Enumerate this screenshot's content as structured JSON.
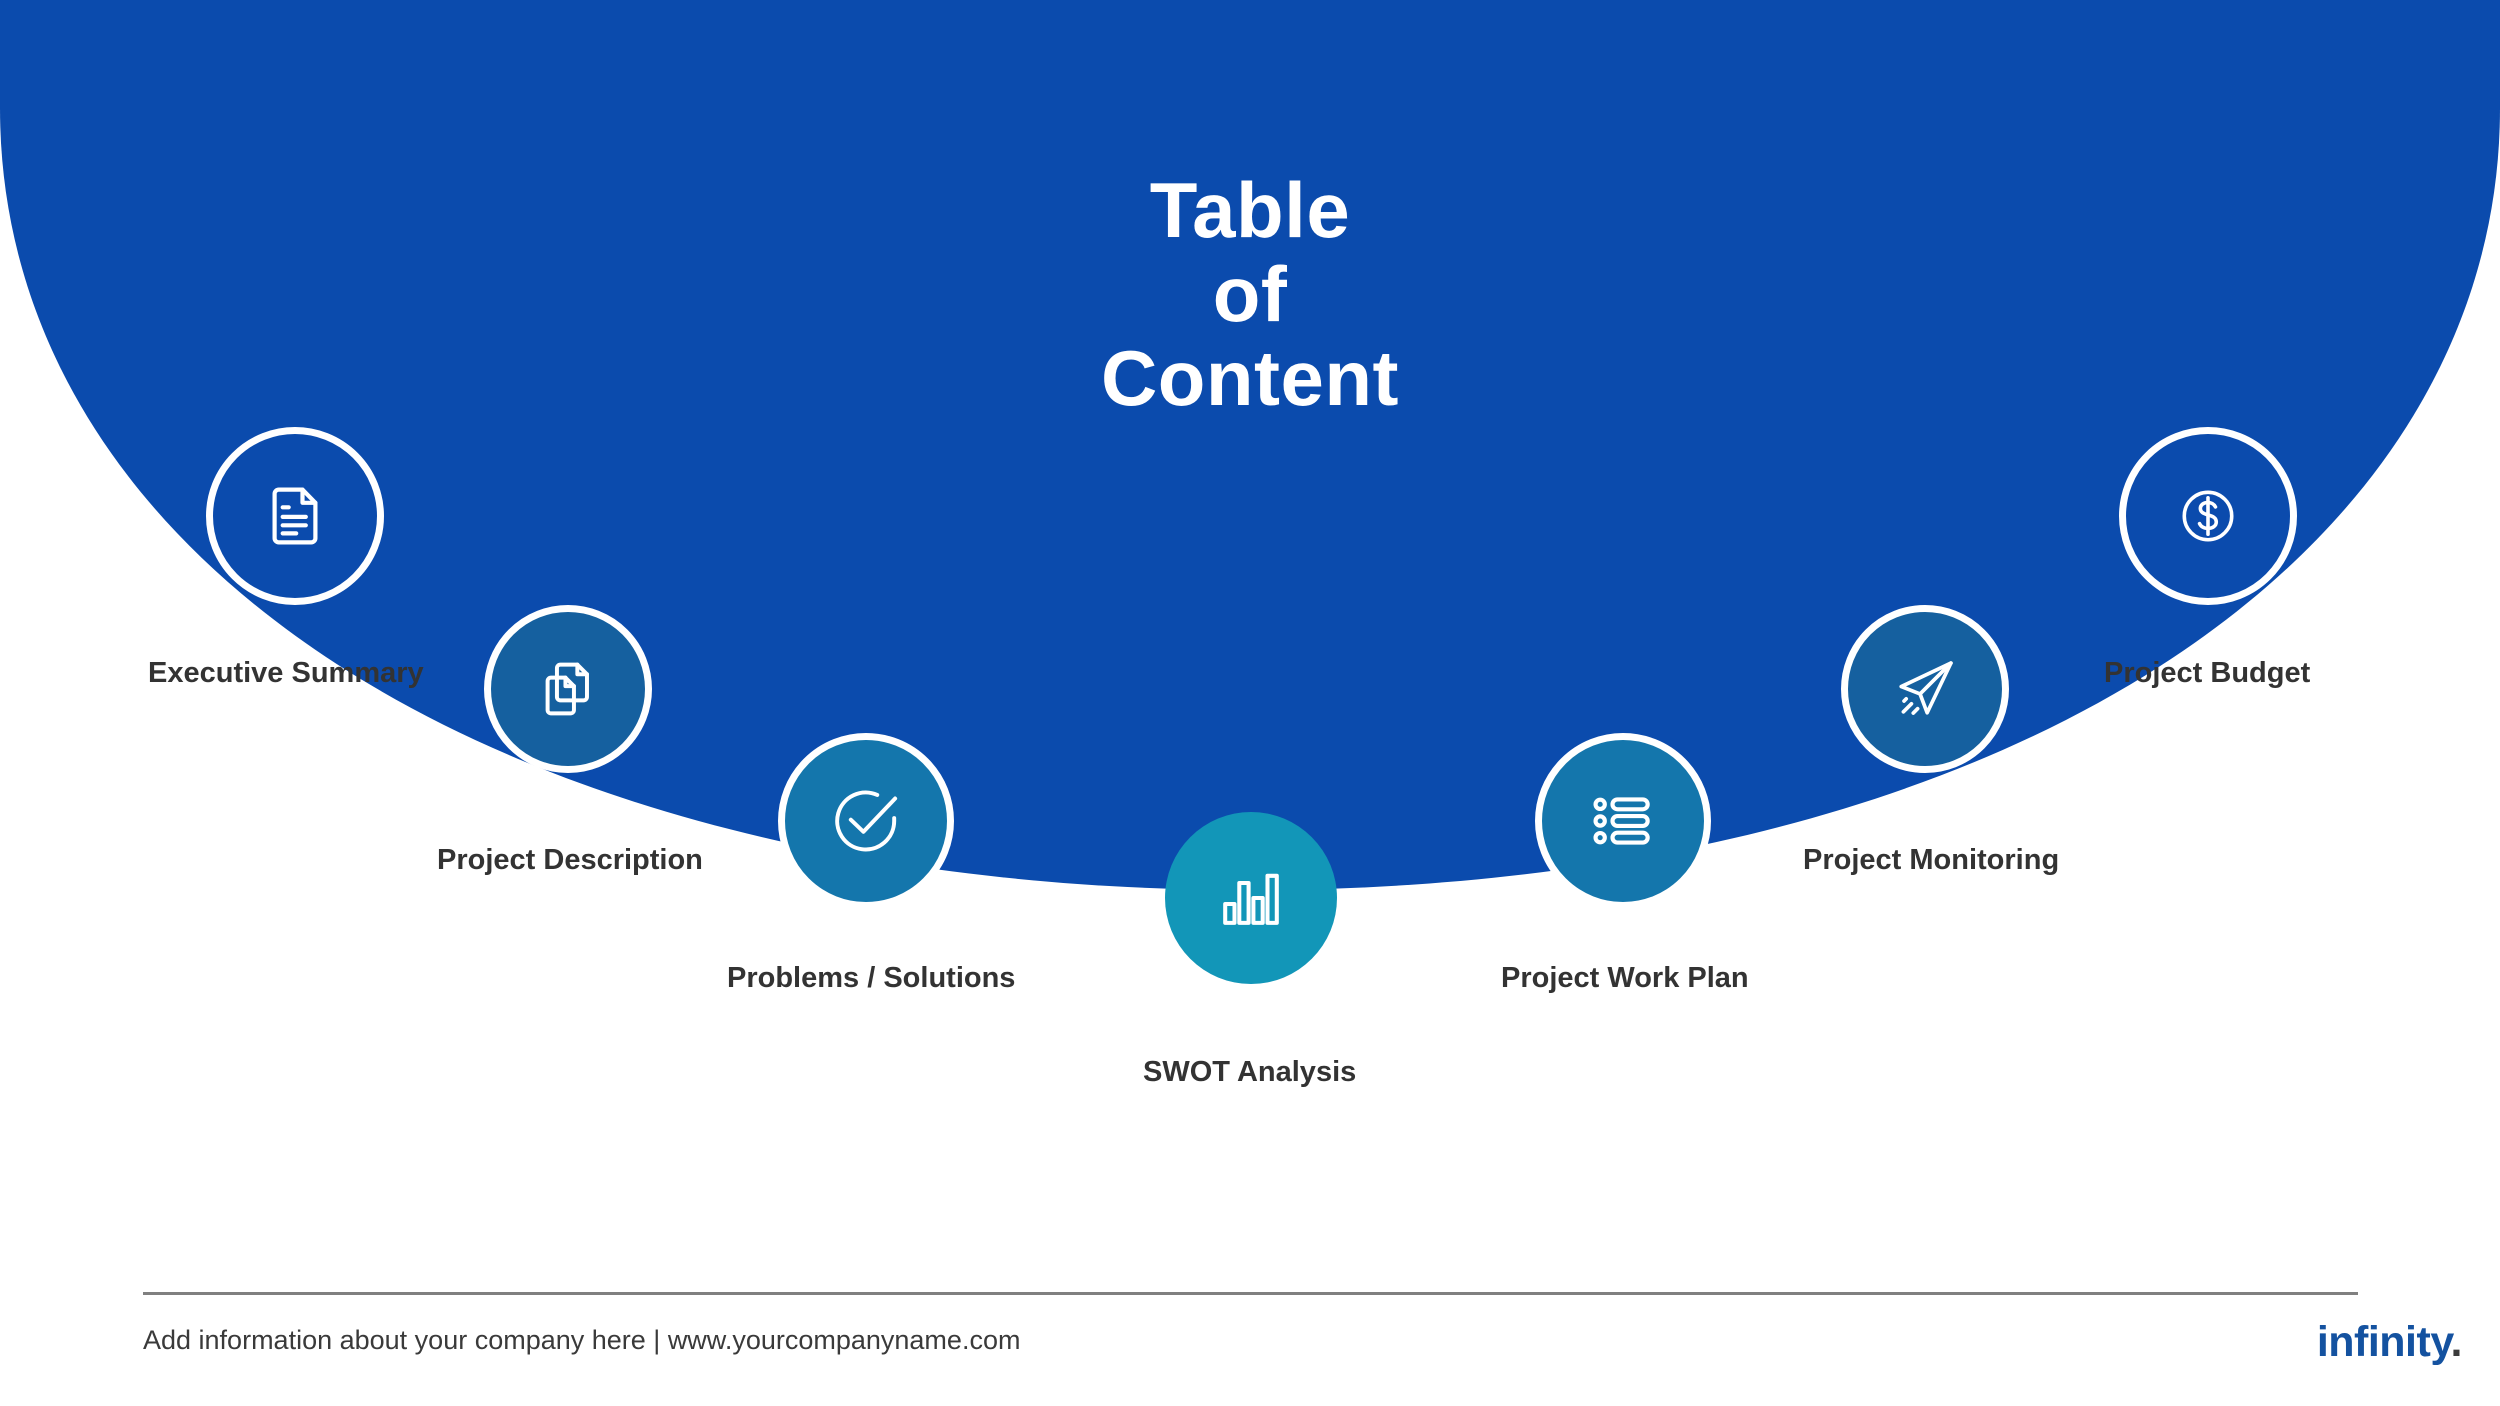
{
  "slide": {
    "title_lines": [
      "Table",
      "of",
      "Content"
    ],
    "background_color": "#ffffff",
    "arc_color": "#0B4BAD"
  },
  "toc": {
    "items": [
      {
        "index": 1,
        "label": "Executive Summary",
        "icon": "document-lines-icon",
        "circle_color": "#0B4BAD",
        "has_white_ring": true
      },
      {
        "index": 2,
        "label": "Project Description",
        "icon": "copy-documents-icon",
        "circle_color": "#15609F",
        "has_white_ring": true
      },
      {
        "index": 3,
        "label": "Problems / Solutions",
        "icon": "check-circle-icon",
        "circle_color": "#1476AC",
        "has_white_ring": true
      },
      {
        "index": 4,
        "label": "SWOT Analysis",
        "icon": "bar-chart-icon",
        "circle_color": "#1296B8",
        "has_white_ring": false
      },
      {
        "index": 5,
        "label": "Project Work Plan",
        "icon": "bulleted-list-icon",
        "circle_color": "#1476AC",
        "has_white_ring": true
      },
      {
        "index": 6,
        "label": "Project Monitoring",
        "icon": "paper-plane-icon",
        "circle_color": "#15609F",
        "has_white_ring": true
      },
      {
        "index": 7,
        "label": "Project Budget",
        "icon": "dollar-coin-icon",
        "circle_color": "#0B4BAD",
        "has_white_ring": true
      }
    ]
  },
  "footer": {
    "text": "Add information about your company here | www.yourcompanyname.com",
    "logo_text": "infinity",
    "logo_dot": ".",
    "logo_color": "#1452A0",
    "rule_color": "#808080"
  }
}
